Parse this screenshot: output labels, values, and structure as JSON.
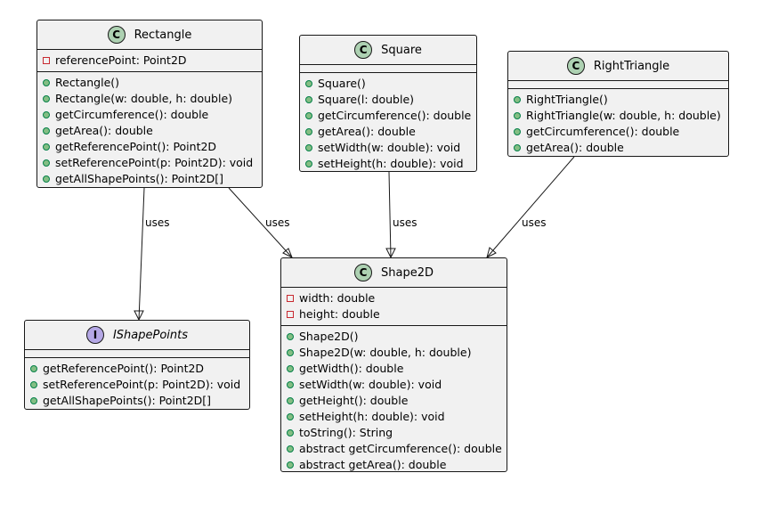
{
  "classes": {
    "rectangle": {
      "kind": "class",
      "name": "Rectangle",
      "fields": [
        {
          "vis": "private",
          "text": "referencePoint: Point2D"
        }
      ],
      "methods": [
        {
          "vis": "public",
          "text": "Rectangle()"
        },
        {
          "vis": "public",
          "text": "Rectangle(w: double, h: double)"
        },
        {
          "vis": "public",
          "text": "getCircumference(): double"
        },
        {
          "vis": "public",
          "text": "getArea(): double"
        },
        {
          "vis": "public",
          "text": "getReferencePoint(): Point2D"
        },
        {
          "vis": "public",
          "text": "setReferencePoint(p: Point2D): void"
        },
        {
          "vis": "public",
          "text": "getAllShapePoints(): Point2D[]"
        }
      ]
    },
    "square": {
      "kind": "class",
      "name": "Square",
      "fields": [],
      "methods": [
        {
          "vis": "public",
          "text": "Square()"
        },
        {
          "vis": "public",
          "text": "Square(l: double)"
        },
        {
          "vis": "public",
          "text": "getCircumference(): double"
        },
        {
          "vis": "public",
          "text": "getArea(): double"
        },
        {
          "vis": "public",
          "text": "setWidth(w: double): void"
        },
        {
          "vis": "public",
          "text": "setHeight(h: double): void"
        }
      ]
    },
    "righttriangle": {
      "kind": "class",
      "name": "RightTriangle",
      "fields": [],
      "methods": [
        {
          "vis": "public",
          "text": "RightTriangle()"
        },
        {
          "vis": "public",
          "text": "RightTriangle(w: double, h: double)"
        },
        {
          "vis": "public",
          "text": "getCircumference(): double"
        },
        {
          "vis": "public",
          "text": "getArea(): double"
        }
      ]
    },
    "shape2d": {
      "kind": "class",
      "name": "Shape2D",
      "fields": [
        {
          "vis": "private",
          "text": "width: double"
        },
        {
          "vis": "private",
          "text": "height: double"
        }
      ],
      "methods": [
        {
          "vis": "public",
          "text": "Shape2D()"
        },
        {
          "vis": "public",
          "text": "Shape2D(w: double, h: double)"
        },
        {
          "vis": "public",
          "text": "getWidth(): double"
        },
        {
          "vis": "public",
          "text": "setWidth(w: double): void"
        },
        {
          "vis": "public",
          "text": "getHeight(): double"
        },
        {
          "vis": "public",
          "text": "setHeight(h: double): void"
        },
        {
          "vis": "public",
          "text": "toString(): String"
        },
        {
          "vis": "public",
          "text": "abstract getCircumference(): double"
        },
        {
          "vis": "public",
          "text": "abstract getArea(): double"
        }
      ]
    },
    "ishapepoints": {
      "kind": "interface",
      "name": "IShapePoints",
      "fields": [],
      "methods": [
        {
          "vis": "public",
          "text": "getReferencePoint(): Point2D"
        },
        {
          "vis": "public",
          "text": "setReferencePoint(p: Point2D): void"
        },
        {
          "vis": "public",
          "text": "getAllShapePoints(): Point2D[]"
        }
      ]
    }
  },
  "stereotype_letters": {
    "class": "C",
    "interface": "I"
  },
  "relations": [
    {
      "from": "Rectangle",
      "to": "IShapePoints",
      "label": "uses"
    },
    {
      "from": "Rectangle",
      "to": "Shape2D",
      "label": "uses"
    },
    {
      "from": "Square",
      "to": "Shape2D",
      "label": "uses"
    },
    {
      "from": "RightTriangle",
      "to": "Shape2D",
      "label": "uses"
    }
  ],
  "colors": {
    "class_fill": "#f1f1f1",
    "border": "#181818",
    "class_badge": "#add1b2",
    "interface_badge": "#b4a7e5",
    "public_marker": "#84be84",
    "private_marker": "#c82930"
  }
}
